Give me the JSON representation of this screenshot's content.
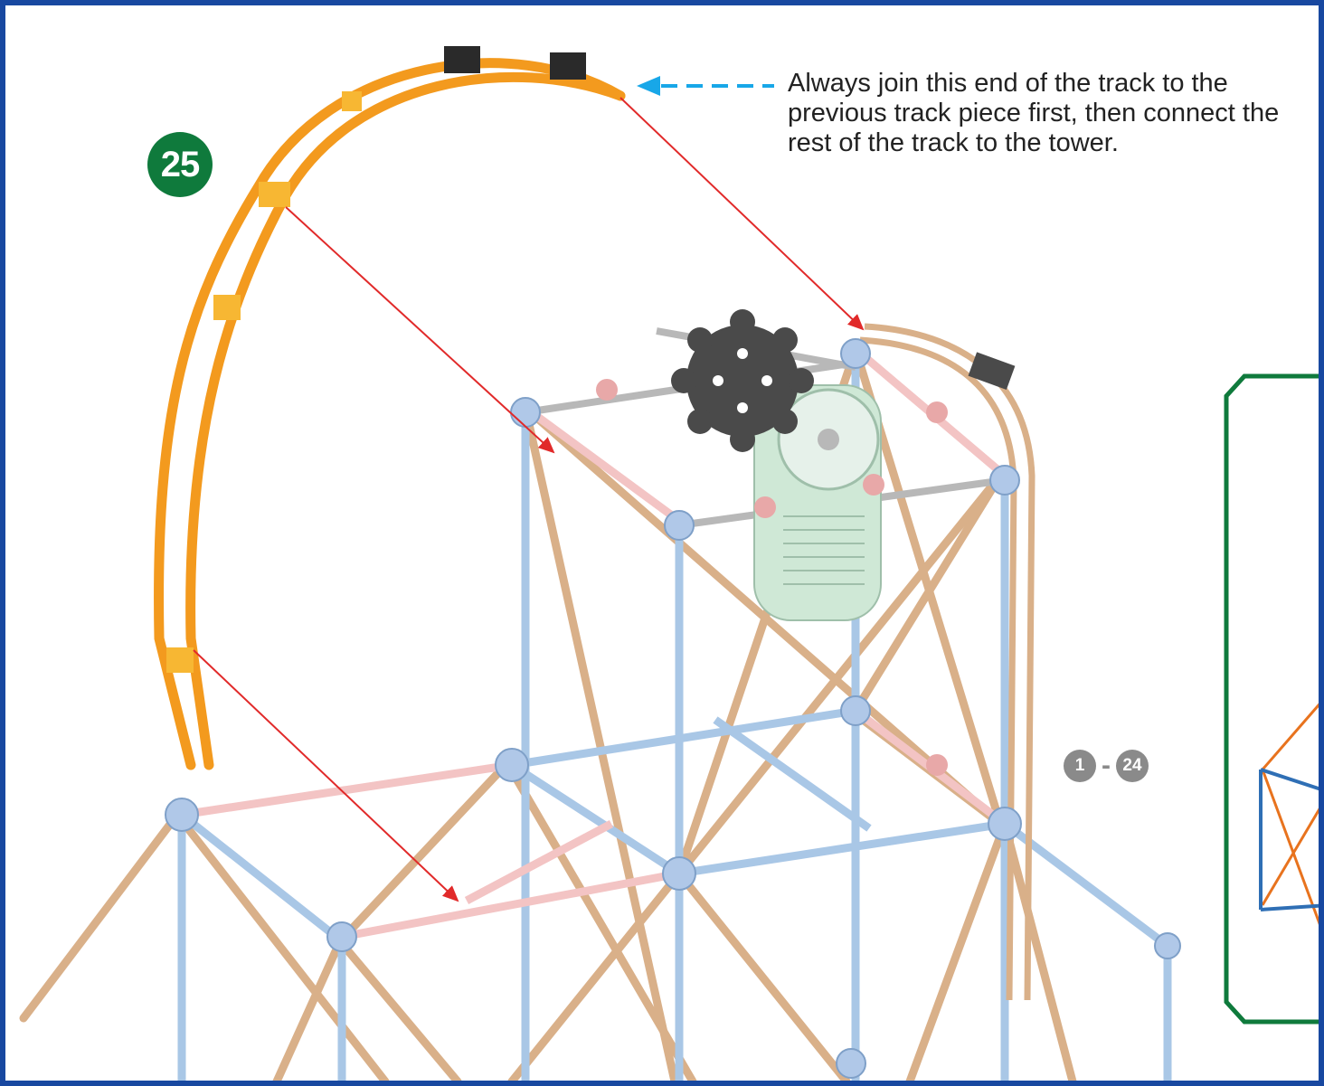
{
  "step": {
    "number": "25"
  },
  "instruction": {
    "text": "Always join this end of the track to the previous track piece first, then connect the rest of the track to the tower."
  },
  "previous_steps": {
    "from": "1",
    "separator": "-",
    "to": "24"
  },
  "colors": {
    "border": "#1848a0",
    "step_badge": "#0f7a3c",
    "track_new": "#f39a1e",
    "track_existing": "#d9b089",
    "rod_blue": "#a9c7e6",
    "rod_pink": "#f3c4c4",
    "guide_arrow": "#e12a2a",
    "hint_arrow": "#18a7e8",
    "motor": "#cfe8d6",
    "gear": "#4a4a4a",
    "inset_border": "#0f7a3c"
  },
  "icons": [
    "gear-icon",
    "motor-icon",
    "connector-icon",
    "arrow-icon"
  ]
}
